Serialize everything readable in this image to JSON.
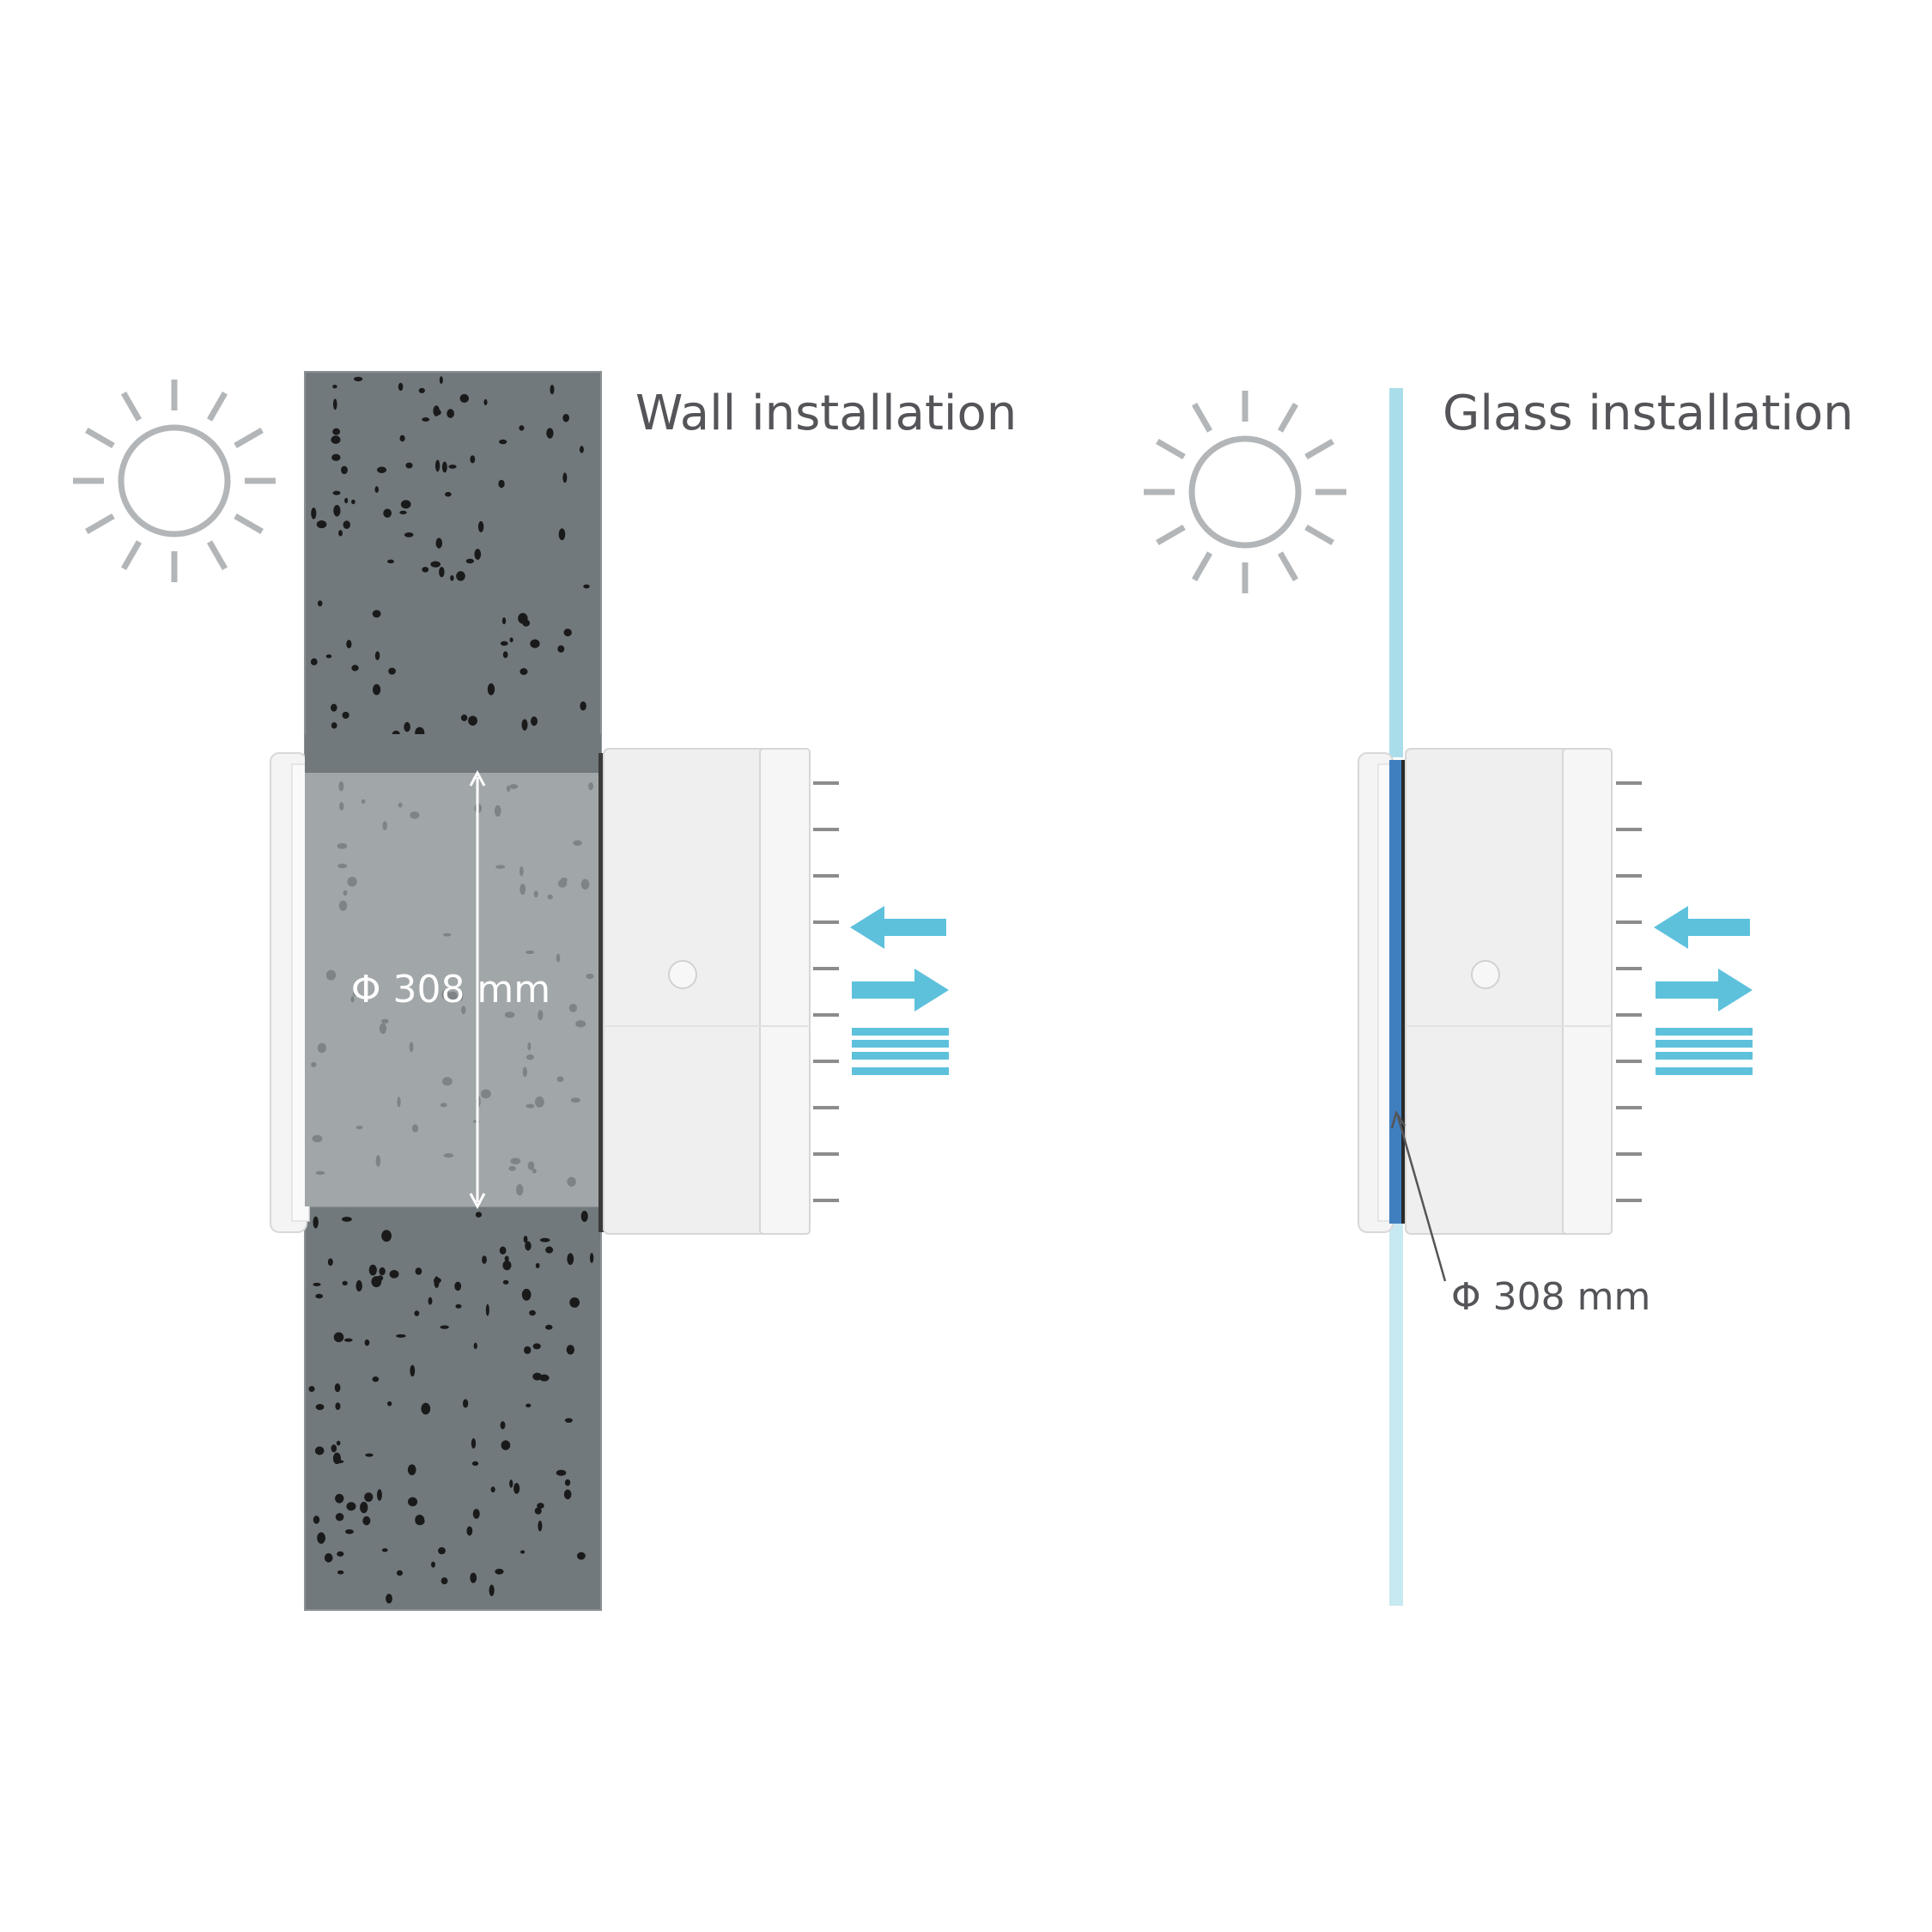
{
  "wall_panel": {
    "title": "Wall installation",
    "diameter_label": "Φ 308 mm"
  },
  "glass_panel": {
    "title": "Glass installation",
    "diameter_label": "Φ 308 mm"
  },
  "icons": {
    "sun": "sun-icon",
    "airflow_in": "arrow-left-icon",
    "airflow_out": "arrow-right-icon",
    "filter_lines": "lines-icon"
  },
  "colors": {
    "wall": "#72797d",
    "wall_cutout": "#a1a6a9",
    "speckle": "#1a1a1a",
    "unit_body": "#efefef",
    "unit_edge": "#d7d7d7",
    "glass": "#a9dde9",
    "seal": "#3f7fc0",
    "arrow": "#5ec1dc",
    "sun": "#b3b6b8",
    "label": "#555559"
  }
}
